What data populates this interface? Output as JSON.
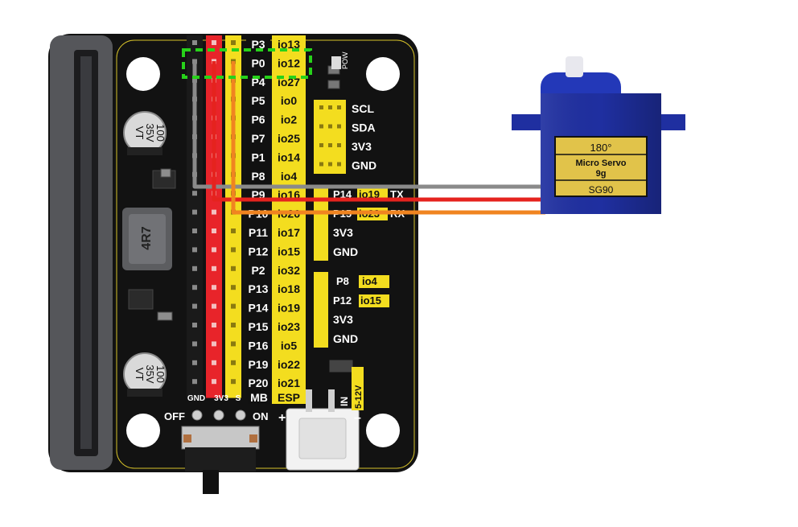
{
  "board": {
    "pin_rows": [
      {
        "mb": "P3",
        "esp": "io13"
      },
      {
        "mb": "P0",
        "esp": "io12"
      },
      {
        "mb": "P4",
        "esp": "io27"
      },
      {
        "mb": "P5",
        "esp": "io0"
      },
      {
        "mb": "P6",
        "esp": "io2"
      },
      {
        "mb": "P7",
        "esp": "io25"
      },
      {
        "mb": "P1",
        "esp": "io14"
      },
      {
        "mb": "P8",
        "esp": "io4"
      },
      {
        "mb": "P9",
        "esp": "io16"
      },
      {
        "mb": "P10",
        "esp": "io26"
      },
      {
        "mb": "P11",
        "esp": "io17"
      },
      {
        "mb": "P12",
        "esp": "io15"
      },
      {
        "mb": "P2",
        "esp": "io32"
      },
      {
        "mb": "P13",
        "esp": "io18"
      },
      {
        "mb": "P14",
        "esp": "io19"
      },
      {
        "mb": "P15",
        "esp": "io23"
      },
      {
        "mb": "P16",
        "esp": "io5"
      },
      {
        "mb": "P19",
        "esp": "io22"
      },
      {
        "mb": "P20",
        "esp": "io21"
      }
    ],
    "i2c_labels": [
      "SCL",
      "SDA",
      "3V3",
      "GND"
    ],
    "uart_labels": [
      "P14",
      "io19",
      "TX",
      "P15",
      "io23",
      "RX"
    ],
    "power_labels": [
      "3V3",
      "GND"
    ],
    "bottom_header": [
      "P8",
      "io4",
      "P12",
      "io15",
      "3V3",
      "GND"
    ],
    "column_labels": [
      "GND",
      "3V3",
      "S",
      "MB",
      "ESP"
    ],
    "switch_off": "OFF",
    "switch_on": "ON",
    "input_label": "IN",
    "input_voltage": "5-12V",
    "plus": "+",
    "minus": "–",
    "pow_label": "POW",
    "cap_top": [
      "100",
      "35V",
      "VT"
    ],
    "cap_bottom": [
      "100",
      "35V",
      "VT"
    ],
    "inductor": "4R7"
  },
  "servo": {
    "angle": "180°",
    "name": "Micro Servo",
    "weight": "9g",
    "model": "SG90"
  },
  "colors": {
    "board": "#111111",
    "header_red": "#e8242a",
    "header_yellow": "#f3dd1f",
    "wire_gray": "#8a8a8a",
    "wire_red": "#e5231e",
    "wire_orange": "#f08420",
    "highlight": "#27d21a",
    "servo_blue": "#1f2fa0"
  }
}
